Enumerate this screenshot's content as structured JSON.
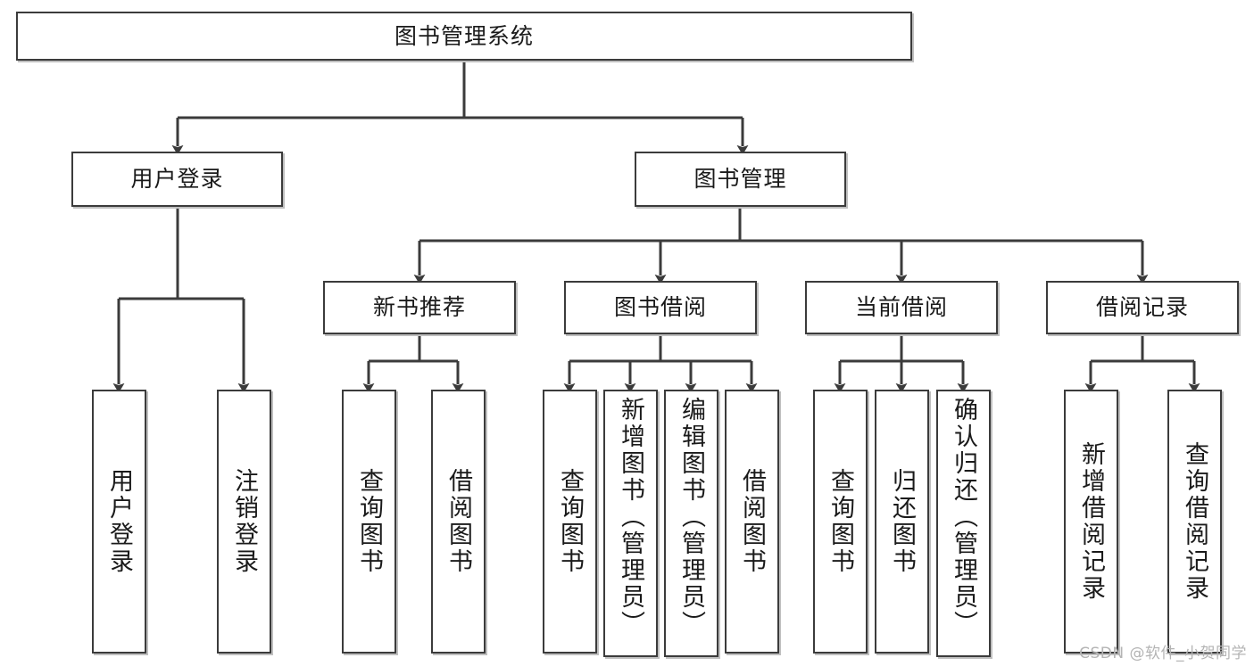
{
  "diagram": {
    "title": "图书管理系统",
    "type": "tree-hierarchy-diagram",
    "watermark": "CSDN @软件_小贺同学",
    "colors": {
      "box_border": "#3b3b3b",
      "box_fill": "#ffffff",
      "line": "#3b3b3b",
      "text": "#1a1a1a",
      "watermark": "#b4b4b4",
      "background": "#ffffff"
    }
  },
  "nodes": {
    "root": {
      "label": "图书管理系统"
    },
    "level2": [
      {
        "label": "用户登录"
      },
      {
        "label": "图书管理"
      }
    ],
    "level3": [
      {
        "label": "新书推荐"
      },
      {
        "label": "图书借阅"
      },
      {
        "label": "当前借阅"
      },
      {
        "label": "借阅记录"
      }
    ],
    "leaves": {
      "user_login": [
        {
          "label": "用户登录"
        },
        {
          "label": "注销登录"
        }
      ],
      "new_book_recommend": [
        {
          "label": "查询图书"
        },
        {
          "label": "借阅图书"
        }
      ],
      "book_borrow": [
        {
          "label": "查询图书"
        },
        {
          "label": "新增图书（管理员）"
        },
        {
          "label": "编辑图书（管理员）"
        },
        {
          "label": "借阅图书"
        }
      ],
      "current_borrow": [
        {
          "label": "查询图书"
        },
        {
          "label": "归还图书"
        },
        {
          "label": "确认归还（管理员）"
        }
      ],
      "borrow_record": [
        {
          "label": "新增借阅记录"
        },
        {
          "label": "查询借阅记录"
        }
      ]
    }
  },
  "tree": {
    "label": "图书管理系统",
    "children": [
      {
        "label": "用户登录",
        "children": [
          {
            "label": "用户登录"
          },
          {
            "label": "注销登录"
          }
        ]
      },
      {
        "label": "图书管理",
        "children": [
          {
            "label": "新书推荐",
            "children": [
              {
                "label": "查询图书"
              },
              {
                "label": "借阅图书"
              }
            ]
          },
          {
            "label": "图书借阅",
            "children": [
              {
                "label": "查询图书"
              },
              {
                "label": "新增图书（管理员）"
              },
              {
                "label": "编辑图书（管理员）"
              },
              {
                "label": "借阅图书"
              }
            ]
          },
          {
            "label": "当前借阅",
            "children": [
              {
                "label": "查询图书"
              },
              {
                "label": "归还图书"
              },
              {
                "label": "确认归还（管理员）"
              }
            ]
          },
          {
            "label": "借阅记录",
            "children": [
              {
                "label": "新增借阅记录"
              },
              {
                "label": "查询借阅记录"
              }
            ]
          }
        ]
      }
    ]
  }
}
